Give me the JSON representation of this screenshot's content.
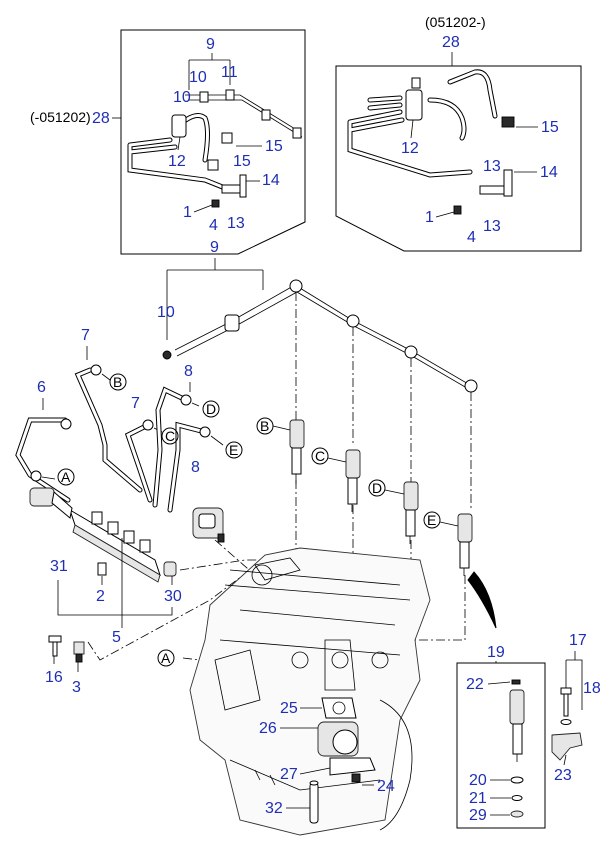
{
  "colors": {
    "callout": "#1f2fb4",
    "line": "#000000"
  },
  "box_top_left": {
    "caption": "(-051202)",
    "main_label": "28"
  },
  "box_top_right": {
    "caption": "(051202-)",
    "main_label": "28"
  },
  "box_injector": {
    "main_label": "19"
  },
  "callouts": {
    "n1a": "1",
    "n1b": "1",
    "n2": "2",
    "n3": "3",
    "n4a": "4",
    "n4b": "4",
    "n5": "5",
    "n6": "6",
    "n7a": "7",
    "n7b": "7",
    "n8a": "8",
    "n8b": "8",
    "n9a": "9",
    "n9b": "9",
    "n10a": "10",
    "n10b": "10",
    "n10c": "10",
    "n11": "11",
    "n12a": "12",
    "n12b": "12",
    "n13a": "13",
    "n13b": "13",
    "n13c": "13",
    "n14a": "14",
    "n14b": "14",
    "n15a": "15",
    "n15b": "15",
    "n16": "16",
    "n17": "17",
    "n18": "18",
    "n20": "20",
    "n21": "21",
    "n22": "22",
    "n23": "23",
    "n24": "24",
    "n25": "25",
    "n26": "26",
    "n27": "27",
    "n29": "29",
    "n30": "30",
    "n31": "31",
    "n32": "32"
  },
  "connectors": {
    "A": "A",
    "B": "B",
    "C": "C",
    "D": "D",
    "E": "E"
  }
}
